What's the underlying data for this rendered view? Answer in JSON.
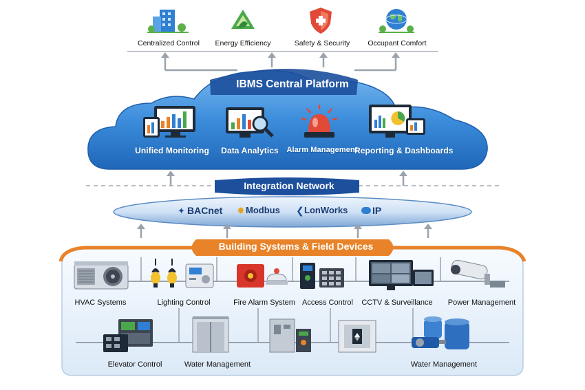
{
  "outcomes": [
    {
      "label": "Centralized Control",
      "icon": "building-icon"
    },
    {
      "label": "Energy Efficiency",
      "icon": "recycle-leaf-icon"
    },
    {
      "label": "Safety & Security",
      "icon": "shield-icon"
    },
    {
      "label": "Occupant Comfort",
      "icon": "globe-icon"
    }
  ],
  "platform": {
    "title": "IBMS Central Platform",
    "modules": [
      {
        "label": "Unified Monitoring",
        "icon": "monitor-devices-icon"
      },
      {
        "label": "Data Analytics",
        "icon": "analytics-magnifier-icon"
      },
      {
        "label": "Alarm Management",
        "icon": "alarm-siren-icon"
      },
      {
        "label": "Reporting & Dashboards",
        "icon": "dashboard-screens-icon"
      }
    ]
  },
  "integration": {
    "title": "Integration Network",
    "protocols": [
      "BACnet",
      "Modbus",
      "LonWorks",
      "IP"
    ]
  },
  "building_systems": {
    "title": "Building Systems & Field Devices",
    "row1": [
      {
        "label": "HVAC Systems",
        "icon": "hvac-unit-icon"
      },
      {
        "label": "Lighting Control",
        "icon": "lighting-icon"
      },
      {
        "label": "Fire Alarm System",
        "icon": "fire-alarm-icon"
      },
      {
        "label": "Access Control",
        "icon": "access-panel-icon"
      },
      {
        "label": "CCTV & Surveillance",
        "icon": "cctv-monitor-icon"
      },
      {
        "label": "Power Management",
        "icon": "security-camera-icon"
      }
    ],
    "row2": [
      {
        "label": "Elevator Control",
        "icon": "control-console-icon"
      },
      {
        "label": "Water Management",
        "icon": "elevator-icon"
      },
      {
        "label": "",
        "icon": "electrical-panel-icon"
      },
      {
        "label": "",
        "icon": "elevator-panel-icon"
      },
      {
        "label": "Water Management",
        "icon": "water-tanks-icon"
      }
    ]
  },
  "colors": {
    "cloud_blue": "#2f7fd3",
    "banner_blue": "#1c4f9c",
    "orange": "#e8832a",
    "arrow_gray": "#9aa3ad"
  }
}
